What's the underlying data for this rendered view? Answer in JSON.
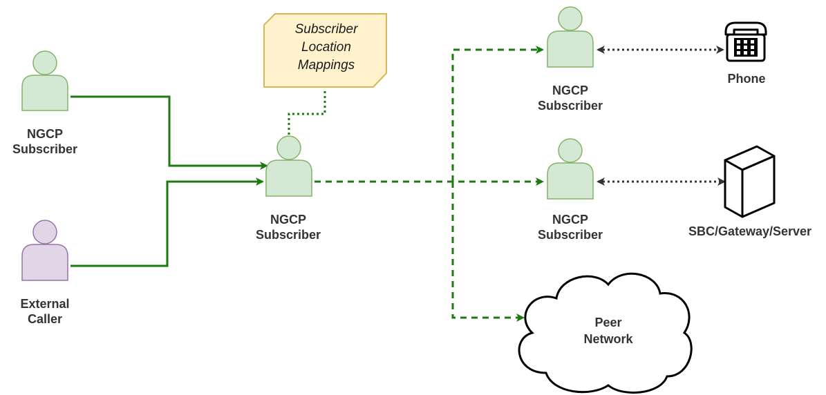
{
  "labels": {
    "subscriber_left": [
      "NGCP",
      "Subscriber"
    ],
    "external_caller": [
      "External",
      "Caller"
    ],
    "subscriber_center": [
      "NGCP",
      "Subscriber"
    ],
    "subscriber_top_right": [
      "NGCP",
      "Subscriber"
    ],
    "subscriber_mid_right": [
      "NGCP",
      "Subscriber"
    ],
    "phone": "Phone",
    "sbc": "SBC/Gateway/Server",
    "cloud": [
      "Peer",
      "Network"
    ],
    "note": [
      "Subscriber",
      "Location",
      "Mappings"
    ]
  },
  "colors": {
    "subscriber_fill": "#d5e8d4",
    "subscriber_stroke": "#82b366",
    "external_fill": "#e1d5e7",
    "external_stroke": "#9673a6",
    "note_fill": "#fff2cc",
    "note_stroke": "#d6b656",
    "edge_green": "#1a7a0e",
    "edge_dark": "#333333"
  },
  "icons": {
    "person": "person-icon",
    "phone": "telephone-icon",
    "server": "server-box-icon",
    "cloud": "cloud-icon"
  }
}
